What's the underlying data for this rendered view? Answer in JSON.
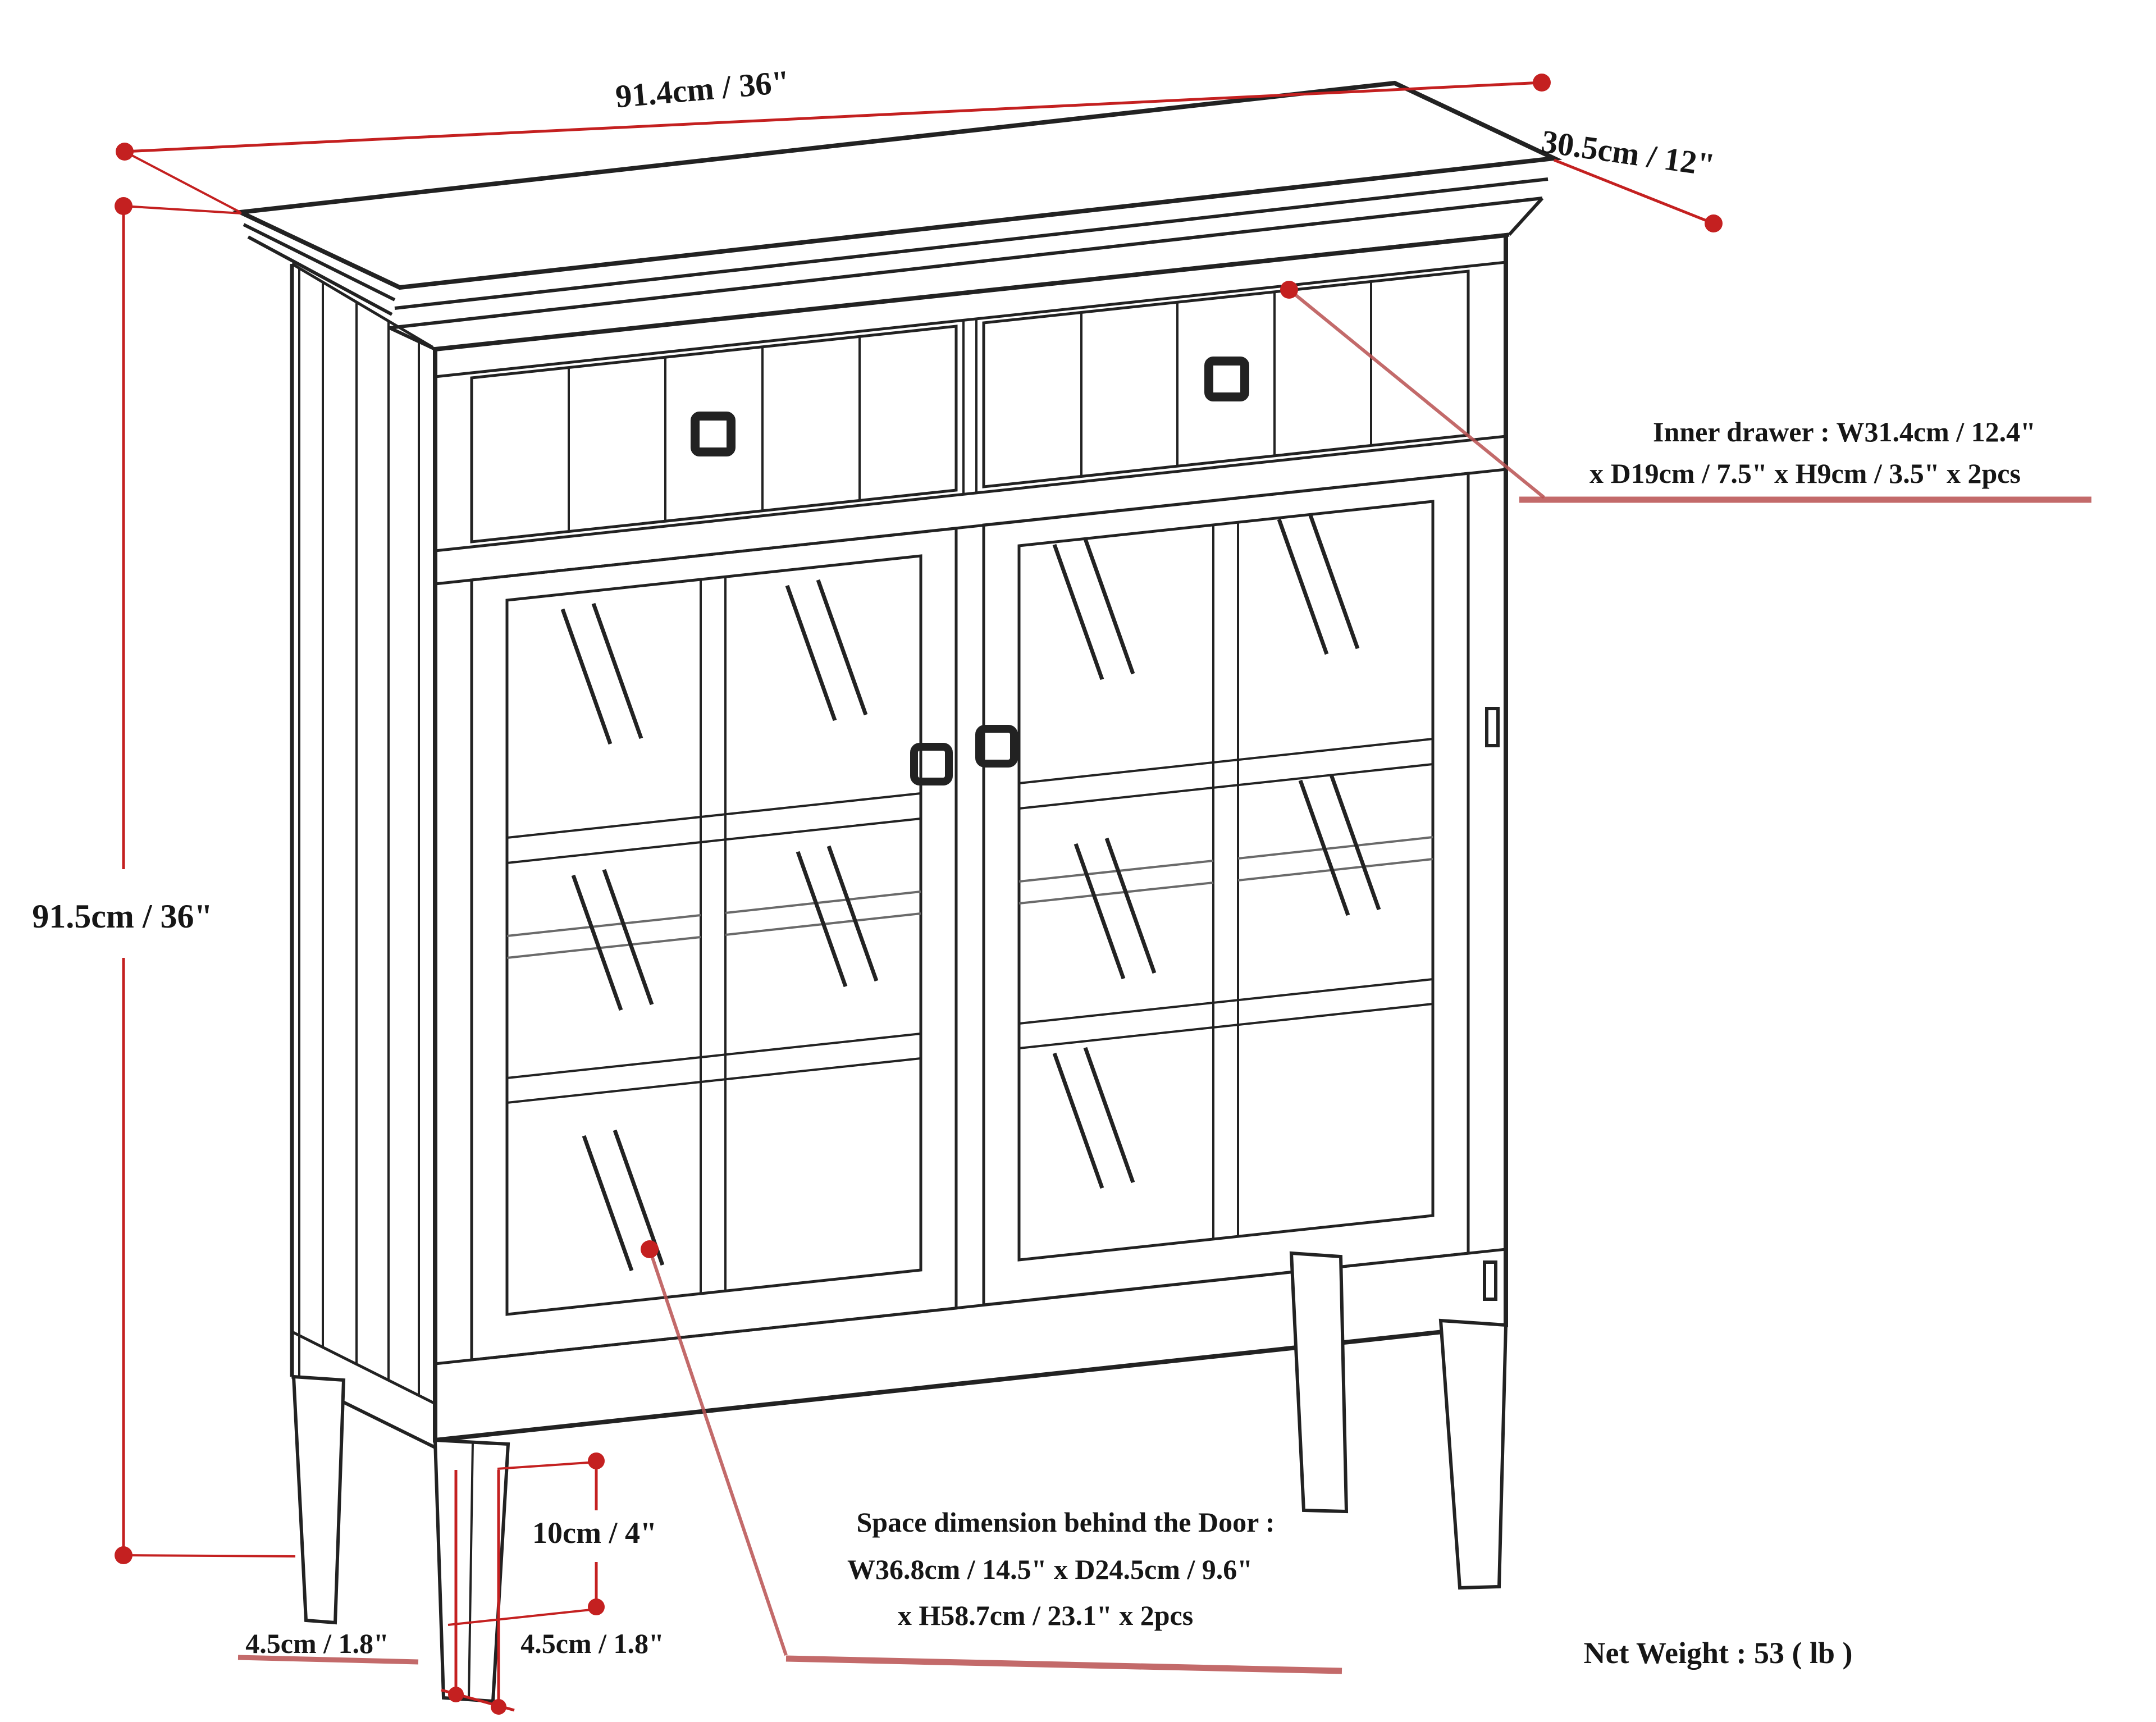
{
  "diagram": {
    "dimensions": {
      "width": "91.4cm / 36\"",
      "depth": "30.5cm / 12\"",
      "height": "91.5cm / 36\"",
      "leg_height": "10cm / 4\"",
      "leg_width_side": "4.5cm / 1.8\"",
      "leg_width_front": "4.5cm / 1.8\""
    },
    "annotations": {
      "inner_drawer_line1": "Inner drawer : W31.4cm / 12.4\"",
      "inner_drawer_line2": "x D19cm / 7.5\" x H9cm / 3.5\" x 2pcs",
      "door_space_line1": "Space dimension behind the Door :",
      "door_space_line2": "W36.8cm / 14.5\" x D24.5cm / 9.6\"",
      "door_space_line3": "x H58.7cm / 23.1\" x 2pcs",
      "net_weight": "Net Weight : 53 ( lb )"
    },
    "colors": {
      "dimension_red": "#c42020",
      "leader_pink": "#b85050",
      "line_black": "#222222",
      "background": "#ffffff"
    }
  }
}
